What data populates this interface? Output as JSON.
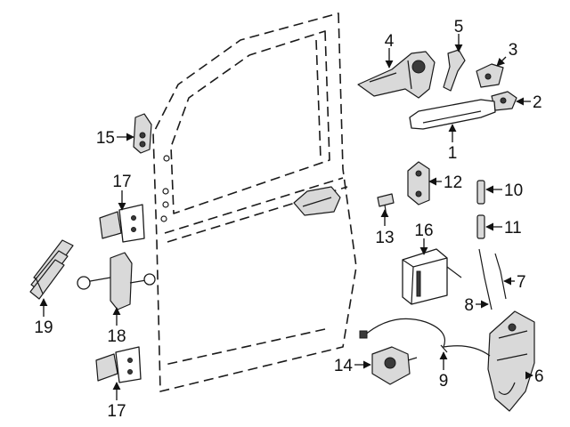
{
  "diagram": {
    "callouts": [
      {
        "id": "c1",
        "text": "1"
      },
      {
        "id": "c2",
        "text": "2"
      },
      {
        "id": "c3",
        "text": "3"
      },
      {
        "id": "c4",
        "text": "4"
      },
      {
        "id": "c5",
        "text": "5"
      },
      {
        "id": "c6",
        "text": "6"
      },
      {
        "id": "c7",
        "text": "7"
      },
      {
        "id": "c8",
        "text": "8"
      },
      {
        "id": "c9",
        "text": "9"
      },
      {
        "id": "c10",
        "text": "10"
      },
      {
        "id": "c11",
        "text": "11"
      },
      {
        "id": "c12",
        "text": "12"
      },
      {
        "id": "c13",
        "text": "13"
      },
      {
        "id": "c14",
        "text": "14"
      },
      {
        "id": "c15",
        "text": "15"
      },
      {
        "id": "c16",
        "text": "16"
      },
      {
        "id": "c17a",
        "text": "17"
      },
      {
        "id": "c17b",
        "text": "17"
      },
      {
        "id": "c18",
        "text": "18"
      },
      {
        "id": "c19",
        "text": "19"
      }
    ]
  }
}
